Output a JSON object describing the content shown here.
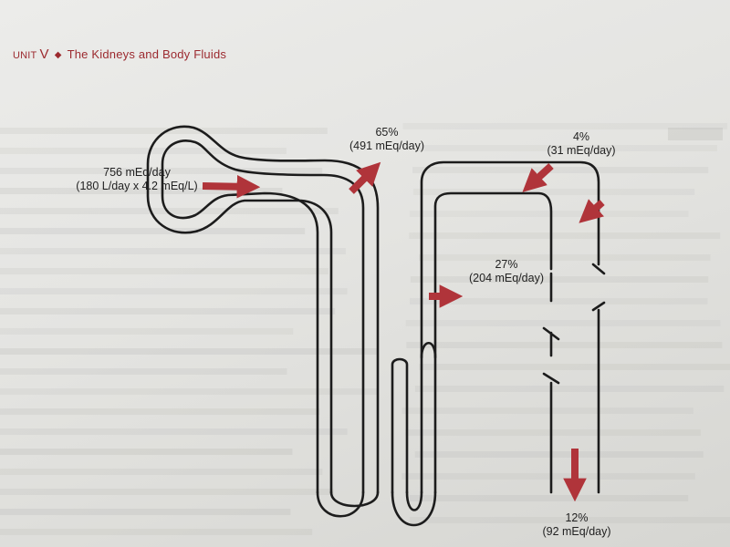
{
  "header": {
    "unit_label": "UNIT",
    "unit_number": "V",
    "separator": "◆",
    "chapter_title": "The Kidneys and Body Fluids",
    "color": "#9c2a2f"
  },
  "labels": {
    "filtered": {
      "line1": "756 mEq/day",
      "line2": "(180 L/day x 4.2 mEq/L)"
    },
    "proximal": {
      "line1": "65%",
      "line2": "(491 mEq/day)"
    },
    "loop": {
      "line1": "27%",
      "line2": "(204 mEq/day)"
    },
    "distal": {
      "line1": "4%",
      "line2": "(31 mEq/day)"
    },
    "excreted": {
      "line1": "12%",
      "line2": "(92 mEq/day)"
    }
  },
  "colors": {
    "arrow": "#b0343a",
    "tubule_outline": "#1c1c1c",
    "background": "#e8e8e6"
  }
}
